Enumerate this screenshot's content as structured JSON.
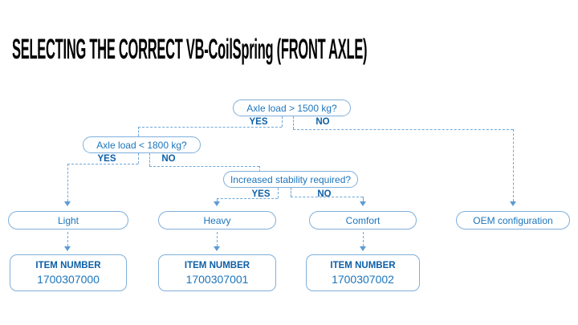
{
  "title": "SELECTING THE CORRECT VB-CoilSpring (FRONT AXLE)",
  "colors": {
    "title": "#000000",
    "blue_text": "#1c75bc",
    "blue_bold": "#0d5fa7",
    "box_border": "#7fafdb",
    "dash": "#6ea7d8",
    "arrow": "#5b9bd5",
    "background": "#ffffff"
  },
  "flowchart": {
    "decisions": [
      {
        "label": "Axle load > 1500 kg?",
        "yes_label": "YES",
        "no_label": "NO"
      },
      {
        "label": "Axle load < 1800 kg?",
        "yes_label": "YES",
        "no_label": "NO"
      },
      {
        "label": "Increased stability required?",
        "yes_label": "YES",
        "no_label": "NO"
      }
    ],
    "outcomes": [
      {
        "label": "Light",
        "item_label": "ITEM NUMBER",
        "item_number": "1700307000"
      },
      {
        "label": "Heavy",
        "item_label": "ITEM NUMBER",
        "item_number": "1700307001"
      },
      {
        "label": "Comfort",
        "item_label": "ITEM NUMBER",
        "item_number": "1700307002"
      },
      {
        "label": "OEM configuration"
      }
    ]
  }
}
